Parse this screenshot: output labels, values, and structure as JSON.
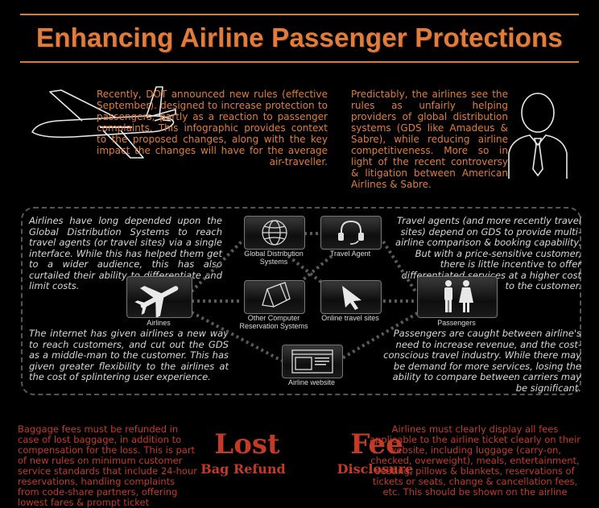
{
  "title": "Enhancing Airline Passenger Protections",
  "intro": {
    "left": "Recently, DOT announced new rules (effective September). designed to increase protection to passengers, partly as a reaction to passenger complaints. This infographic provides context to the proposed changes, along with the key impact the changes will have for the average air-traveller.",
    "right": "Predictably, the airlines see the rules as unfairly helping providers of global distribution systems (GDS like Amadeus & Sabre), while reducing airline competitiveness. More so in light of the recent controversy & litigation between American Airlines & Sabre."
  },
  "diagram": {
    "text_top_left": "Airlines have long depended upon the Global Distribution Systems to reach travel agents (or travel sites) via a single interface. While this has helped them get to a wider audience, this has also curtailed their ability to differentiate and limit costs.",
    "text_top_right": "Travel agents (and more recently travel sites) depend on GDS to provide multi-airline comparison & booking capability. But with a price-sensitive customer, there is little incentive to offer differentiated services at a higher cost to the customer.",
    "text_bottom_left": "The internet has given airlines a new way to reach customers, and cut out the GDS as a middle-man to the customer. This has given greater flexibility to the airlines at the cost of splintering user experience.",
    "text_bottom_right": "Passengers are caught between airline's need to increase revenue, and the cost-conscious travel industry. While there may be demand for more services, losing the ability to compare between carriers may be significant.",
    "nodes": {
      "gds": "Global Distribution Systems",
      "travel_agent": "Travel Agent",
      "airlines": "Airlines",
      "other_crs": "Other Computer Reservation Systems",
      "online_travel": "Online travel sites",
      "passengers": "Passengers",
      "airline_website": "Airline website"
    }
  },
  "lost_bag": {
    "heading": "Lost",
    "subheading": "Bag Refund",
    "text": "Baggage fees must be refunded in case of lost baggage, in addition to compensation for the loss. This is part of new rules on minimum customer service standards that include 24-hour reservations, handling complaints from code-share partners, offering lowest fares & prompt ticket"
  },
  "fee_disclosure": {
    "heading": "Fee",
    "subheading": "Disclosure",
    "text": "Airlines must clearly display all fees applicable to the airline ticket clearly on their website, including luggage (carry-on, checked, overweight), meals, entertainment, seating, pillows & blankets, reservations of tickets or seats, change & cancellation fees, etc. This should be shown on the airline"
  },
  "colors": {
    "orange": "#e07d3c",
    "red": "#c33a26",
    "background": "#000000",
    "gray_text": "#d8d8d8"
  }
}
